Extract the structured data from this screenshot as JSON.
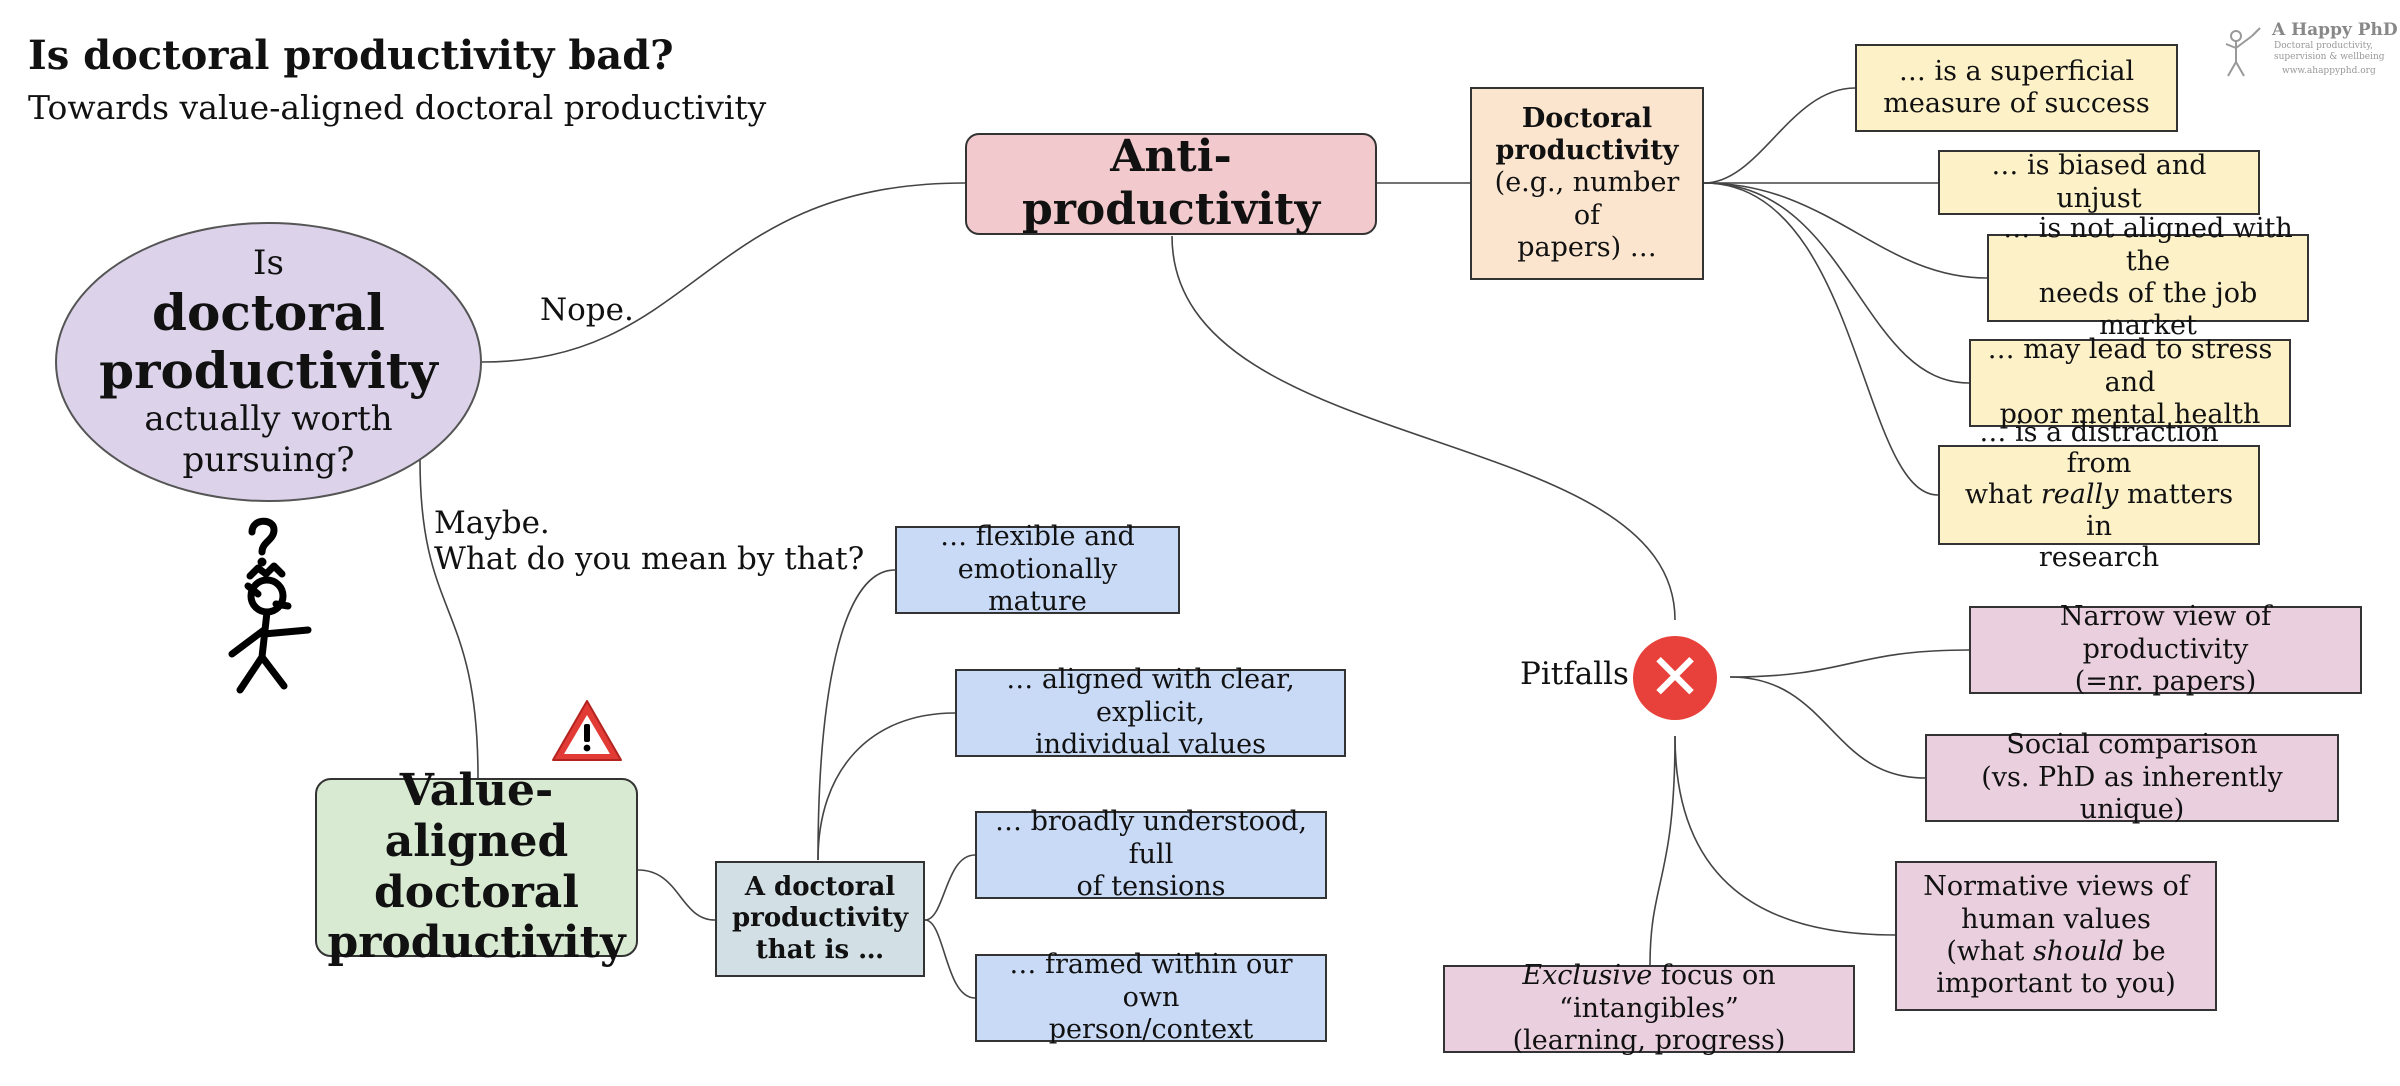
{
  "header": {
    "title": "Is doctoral productivity bad?",
    "subtitle": "Towards value-aligned doctoral productivity"
  },
  "logo": {
    "title": "A Happy PhD",
    "sub1": "Doctoral productivity,",
    "sub2": "supervision & wellbeing",
    "url": "www.ahappyphd.org"
  },
  "question": {
    "line1": "Is",
    "line2": "doctoral",
    "line3": "productivity",
    "line4": "actually worth",
    "line5": "pursuing?"
  },
  "answers": {
    "nope": "Nope.",
    "maybe_1": "Maybe.",
    "maybe_2": "What do you mean by that?"
  },
  "anti": {
    "label": "Anti-productivity",
    "productivity_box": {
      "bold_1": "Doctoral",
      "bold_2": "productivity",
      "rest_1": "(e.g., number of",
      "rest_2": "papers) …"
    },
    "critiques": [
      {
        "l1": "… is a superficial",
        "l2": "measure of success"
      },
      {
        "l1": "… is biased and unjust"
      },
      {
        "l1": "… is not aligned with the",
        "l2": "needs of the job market"
      },
      {
        "l1": "… may lead to stress and",
        "l2": "poor mental health"
      },
      {
        "l1": "… is a distraction from",
        "l2a": "what ",
        "l2i": "really",
        "l2b": "  matters in",
        "l3": "research"
      }
    ]
  },
  "pitfalls": {
    "label": "Pitfalls",
    "icon": "x-circle-icon",
    "color": "#e8403a",
    "items": [
      {
        "l1": "Narrow view of productivity",
        "l2": "(=nr. papers)"
      },
      {
        "l1": "Social comparison",
        "l2": "(vs. PhD as inherently unique)"
      },
      {
        "l1": "Normative views of",
        "l2": "human values",
        "l3a": "(what ",
        "l3i": "should",
        "l3b": " be",
        "l4": "important to you)"
      },
      {
        "l1i": "Exclusive",
        "l1": " focus on “intangibles”",
        "l2": "(learning, progress)"
      }
    ]
  },
  "value_aligned": {
    "label_1": "Value-aligned",
    "label_2": "doctoral",
    "label_3": "productivity",
    "warning_icon": "warning-triangle-icon",
    "that_is": {
      "l1": "A doctoral",
      "l2": "productivity",
      "l3": "that is  …"
    },
    "qualities": [
      {
        "l1": "… flexible and",
        "l2": "emotionally mature"
      },
      {
        "l1": "… aligned with clear, explicit,",
        "l2": "individual values"
      },
      {
        "l1": "… broadly understood, full",
        "l2": "of tensions"
      },
      {
        "l1": "… framed within our own",
        "l2": "person/context"
      }
    ]
  },
  "colors": {
    "oval": "#dcd3eb",
    "anti": "#f2cacd",
    "value_aligned": "#d9ead3",
    "critiques": "#fdf1c8",
    "pitfalls": "#ead0de",
    "qualities": "#c9daf6"
  }
}
